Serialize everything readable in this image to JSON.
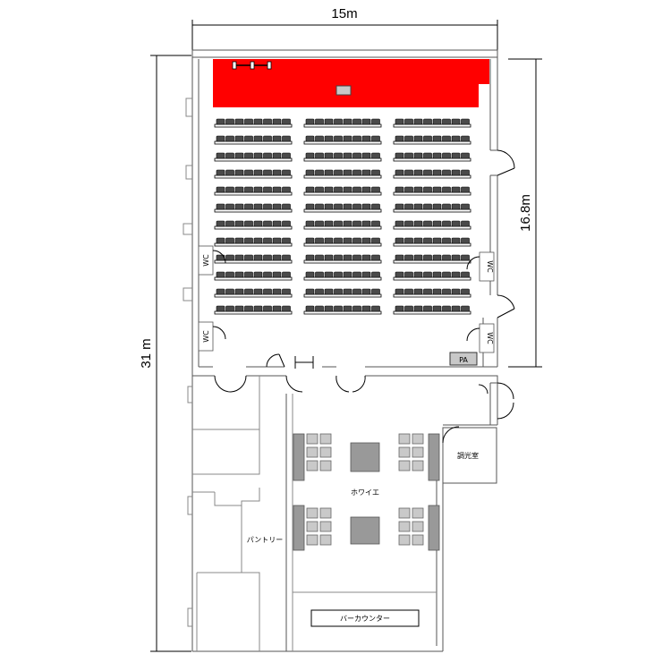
{
  "dimensions": {
    "width": "15m",
    "depth_total": "31 m",
    "depth_hall": "16.8m"
  },
  "rooms": {
    "foyer": "ホワイエ",
    "pantry": "パントリー",
    "control_room": "調光室",
    "bar_counter": "バーカウンター"
  },
  "labels": {
    "pa": "PA",
    "wc_left_1": "WC",
    "wc_left_2": "WC",
    "wc_right_1": "WC",
    "wc_right_2": "WC"
  },
  "colors": {
    "stage": "#ff0000",
    "seat": "#4a4a4a",
    "furniture": "#999999"
  },
  "seating": {
    "rows": 12,
    "blocks": 3,
    "seats_per_row_per_block": 8
  }
}
